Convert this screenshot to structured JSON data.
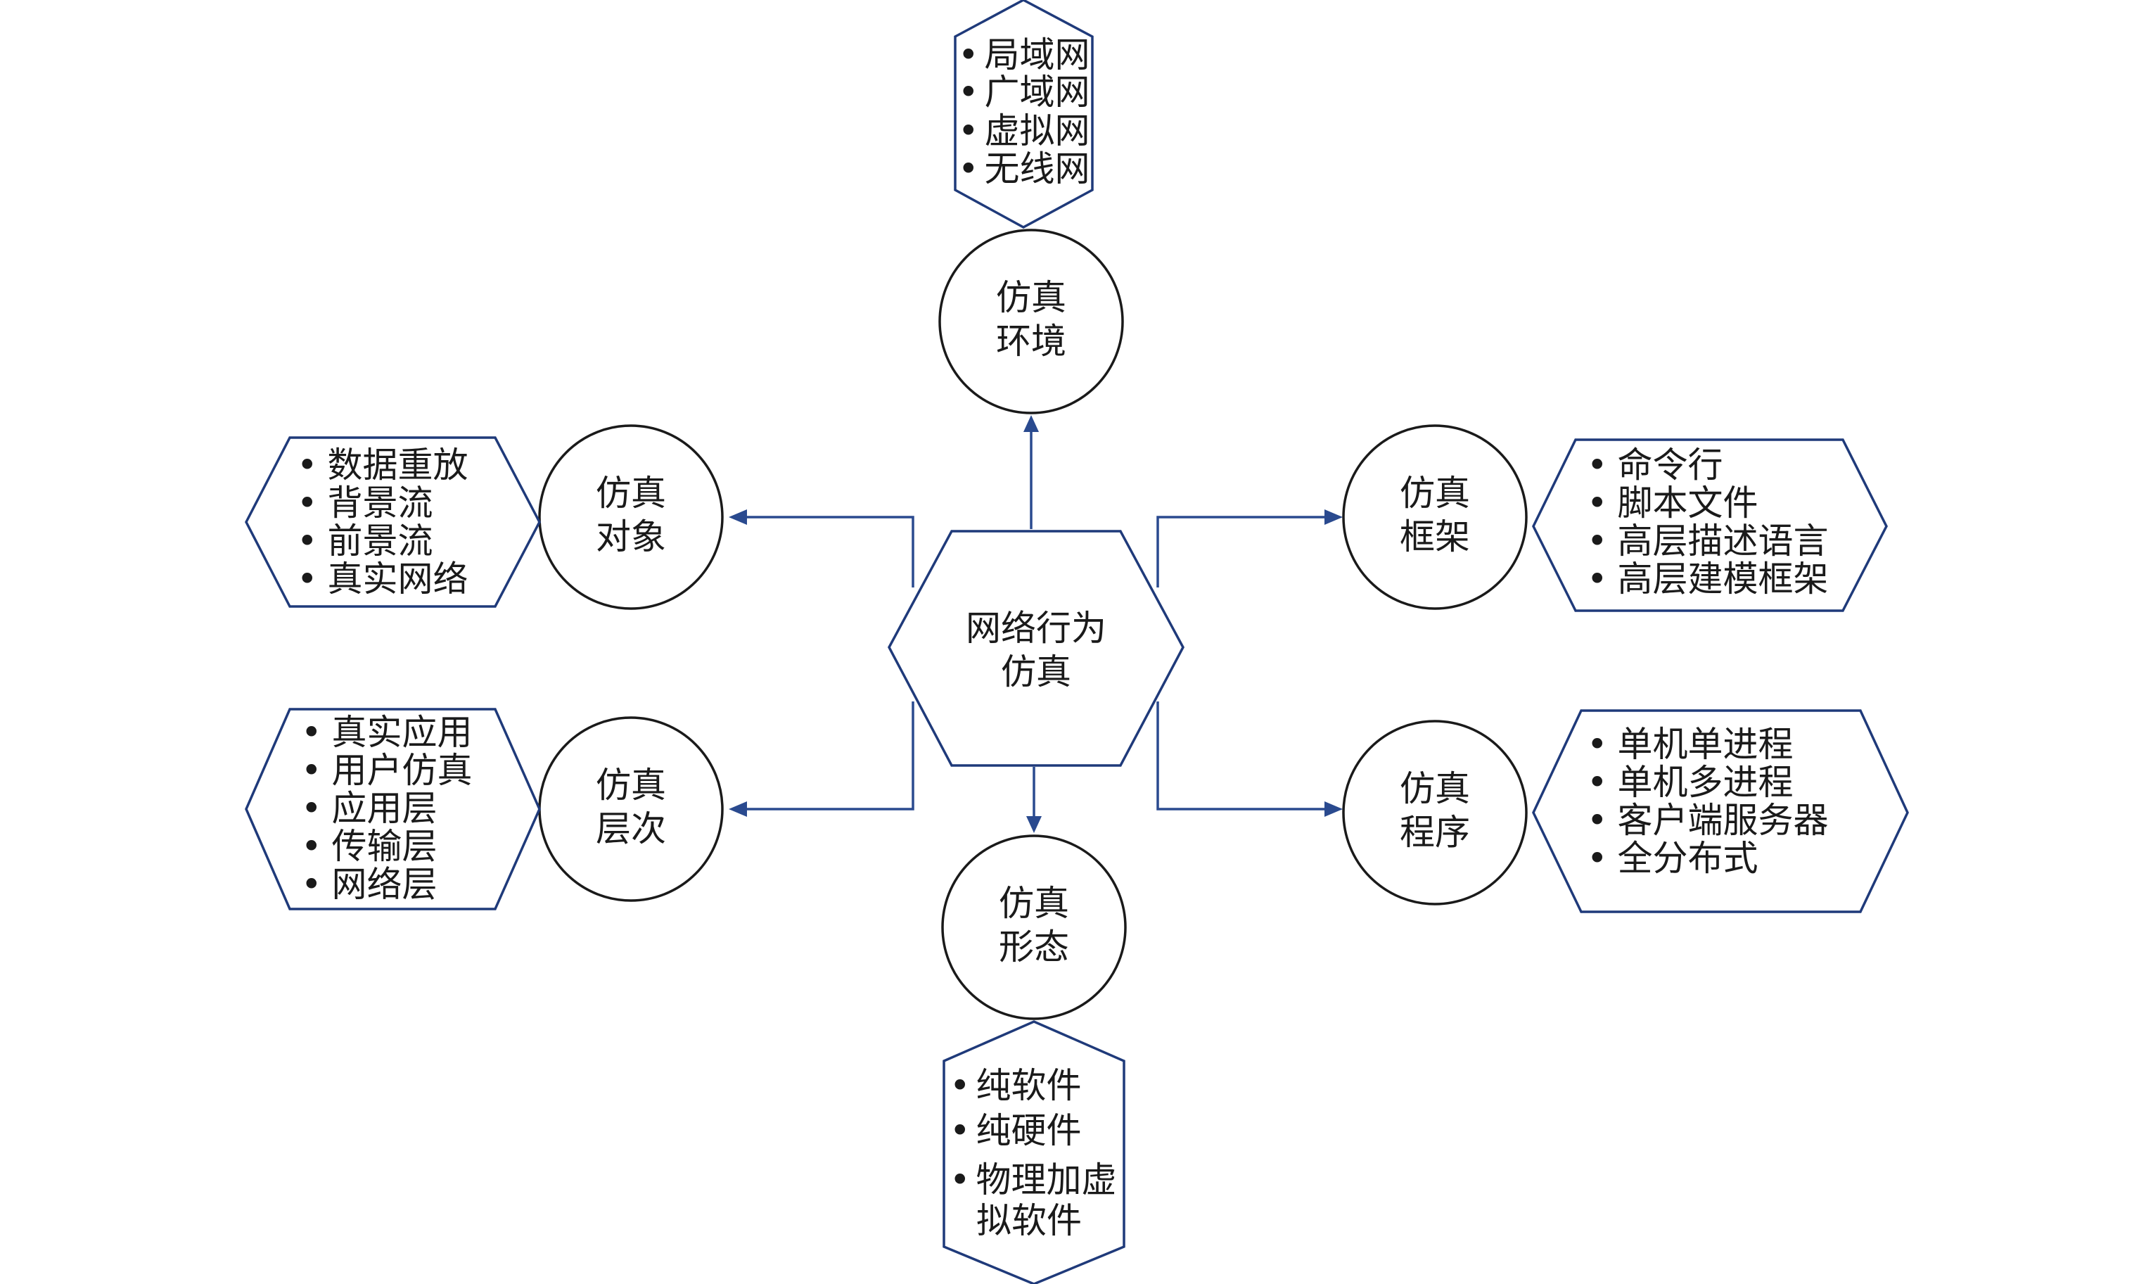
{
  "center": {
    "lines": [
      "网络行为",
      "仿真"
    ]
  },
  "branches": {
    "environment": {
      "node": [
        "仿真",
        "环境"
      ],
      "items": [
        "局域网",
        "广域网",
        "虚拟网",
        "无线网"
      ]
    },
    "object": {
      "node": [
        "仿真",
        "对象"
      ],
      "items": [
        "数据重放",
        "背景流",
        "前景流",
        "真实网络"
      ]
    },
    "level": {
      "node": [
        "仿真",
        "层次"
      ],
      "items": [
        "真实应用",
        "用户仿真",
        "应用层",
        "传输层",
        "网络层"
      ]
    },
    "framework": {
      "node": [
        "仿真",
        "框架"
      ],
      "items": [
        "命令行",
        "脚本文件",
        "高层描述语言",
        "高层建模框架"
      ]
    },
    "program": {
      "node": [
        "仿真",
        "程序"
      ],
      "items": [
        "单机单进程",
        "单机多进程",
        "客户端服务器",
        "全分布式"
      ]
    },
    "form": {
      "node": [
        "仿真",
        "形态"
      ],
      "items": [
        "纯软件",
        "纯硬件",
        "物理加虚拟软件"
      ],
      "item_lines": [
        "纯软件",
        "纯硬件",
        "物理加虚",
        "拟软件"
      ]
    }
  },
  "bullet_glyph": "•",
  "colors": {
    "stroke": "#1f3a7a",
    "edge": "#2a4a8f",
    "circle": "#1a1a1a",
    "text": "#1a1a1a",
    "background": "#ffffff"
  }
}
